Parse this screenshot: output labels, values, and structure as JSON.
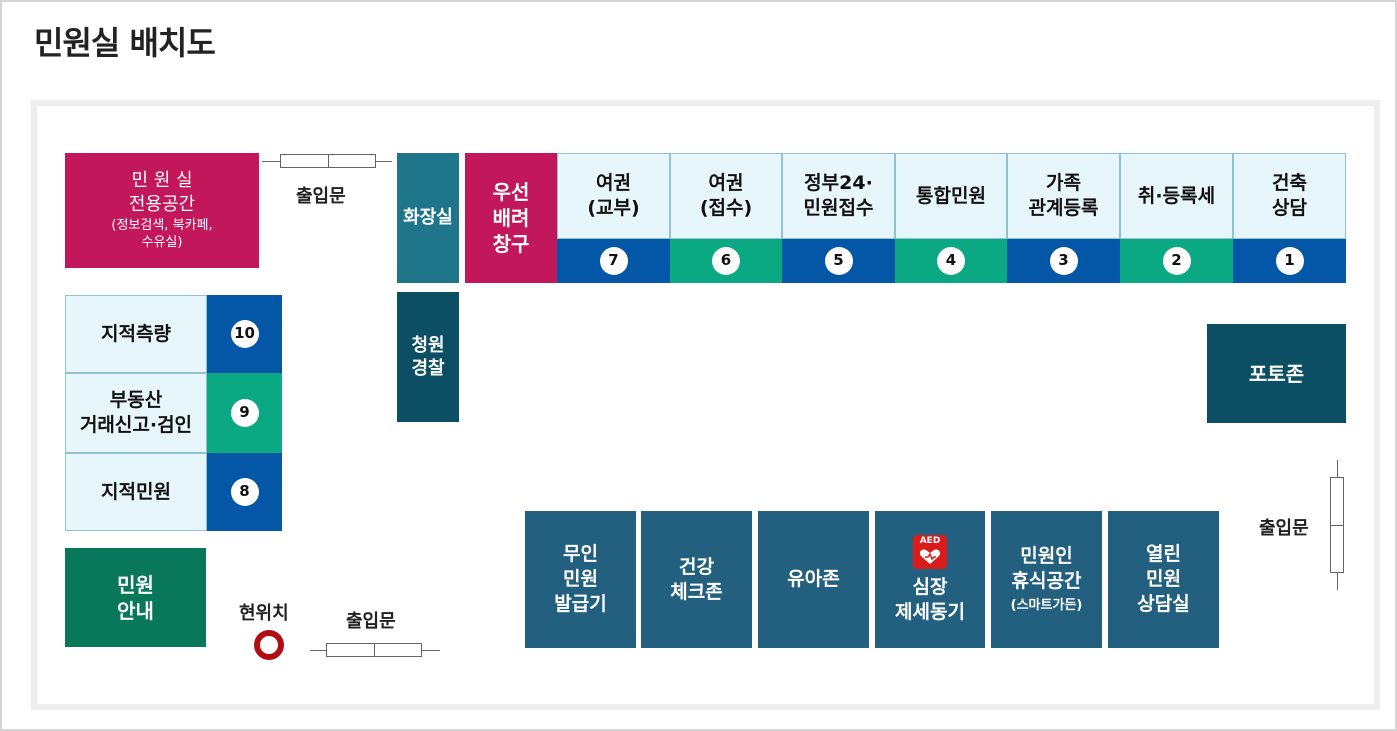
{
  "title": "민원실 배치도",
  "rooms": {
    "exclusive": "민 원 실\n전용공간",
    "exclusive_sub": "(정보검색, 북카페,\n수유실)",
    "restroom": "화장실",
    "police": "청원\n경찰",
    "priority": "우선\n배려\n창구",
    "photo": "포토존",
    "guide": "민원\n안내"
  },
  "counters_top": [
    {
      "label": "여권\n(교부)",
      "num": "7"
    },
    {
      "label": "여권\n(접수)",
      "num": "6"
    },
    {
      "label": "정부24·\n민원접수",
      "num": "5"
    },
    {
      "label": "통합민원",
      "num": "4"
    },
    {
      "label": "가족\n관계등록",
      "num": "3"
    },
    {
      "label": "취·등록세",
      "num": "2"
    },
    {
      "label": "건축\n상담",
      "num": "1"
    }
  ],
  "counters_left": [
    {
      "label": "지적측량",
      "num": "10"
    },
    {
      "label": "부동산\n거래신고·검인",
      "num": "9"
    },
    {
      "label": "지적민원",
      "num": "8"
    }
  ],
  "bottom_rooms": [
    {
      "label": "무인\n민원\n발급기"
    },
    {
      "label": "건강\n체크존"
    },
    {
      "label": "유아존"
    },
    {
      "label": "심장\n제세동기",
      "icon_text": "AED"
    },
    {
      "label": "민원인\n휴식공간",
      "sub": "(스마트가든)"
    },
    {
      "label": "열린\n민원\n상담실"
    }
  ],
  "labels": {
    "entrance_top": "출입문",
    "entrance_right": "출입문",
    "entrance_bottom": "출입문",
    "current": "현위치"
  },
  "colors": {
    "magenta": "#c2185b",
    "teal": "#1f758a",
    "blue": "#0457a6",
    "green": "#0aa883",
    "current_marker": "#b30d14"
  }
}
